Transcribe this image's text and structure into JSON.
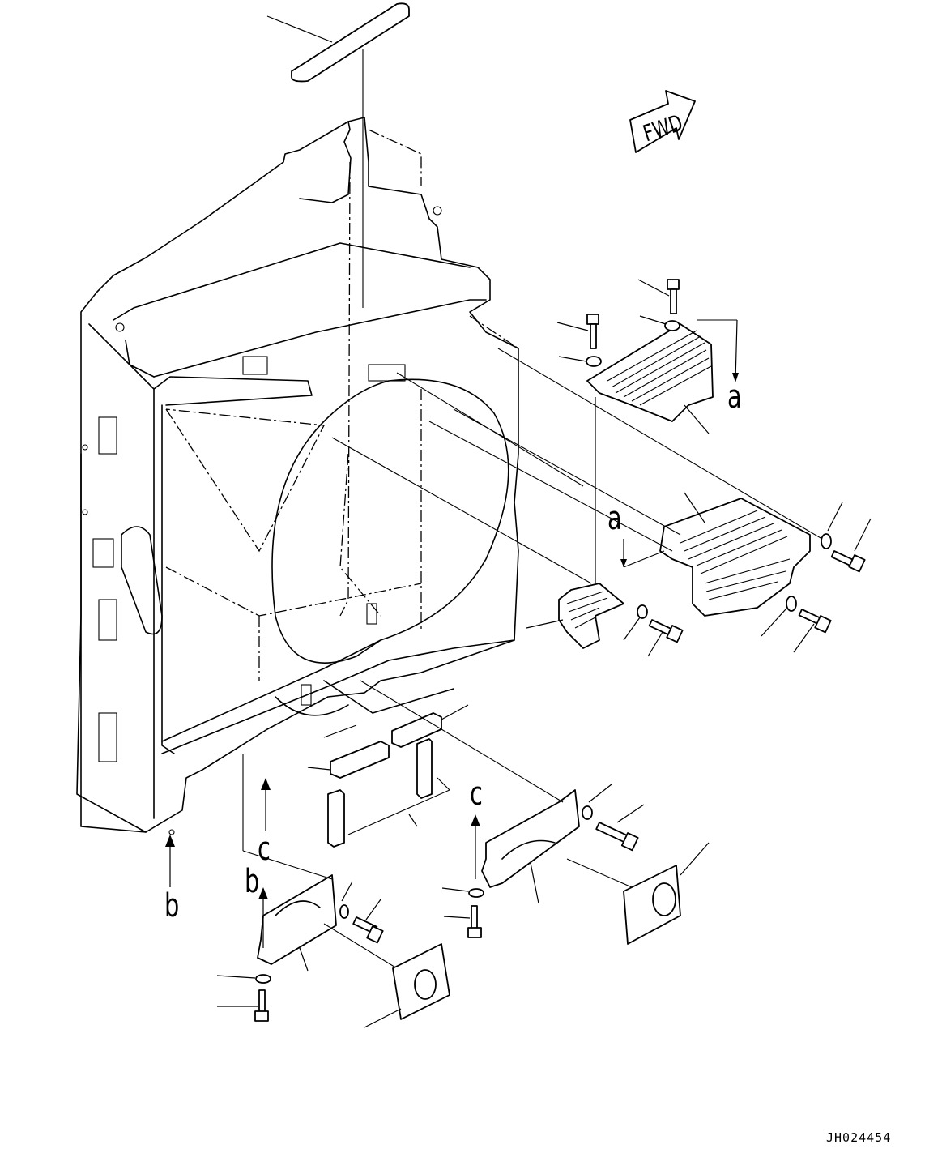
{
  "diagram": {
    "direction_marker": "FWD",
    "drawing_code": "JH024454",
    "reference_labels": {
      "a_upper": "a",
      "a_lower": "a",
      "b_left": "b",
      "b_lower": "b",
      "c_left": "c",
      "c_right": "c"
    }
  },
  "colors": {
    "line": "#000000",
    "background": "#ffffff"
  }
}
